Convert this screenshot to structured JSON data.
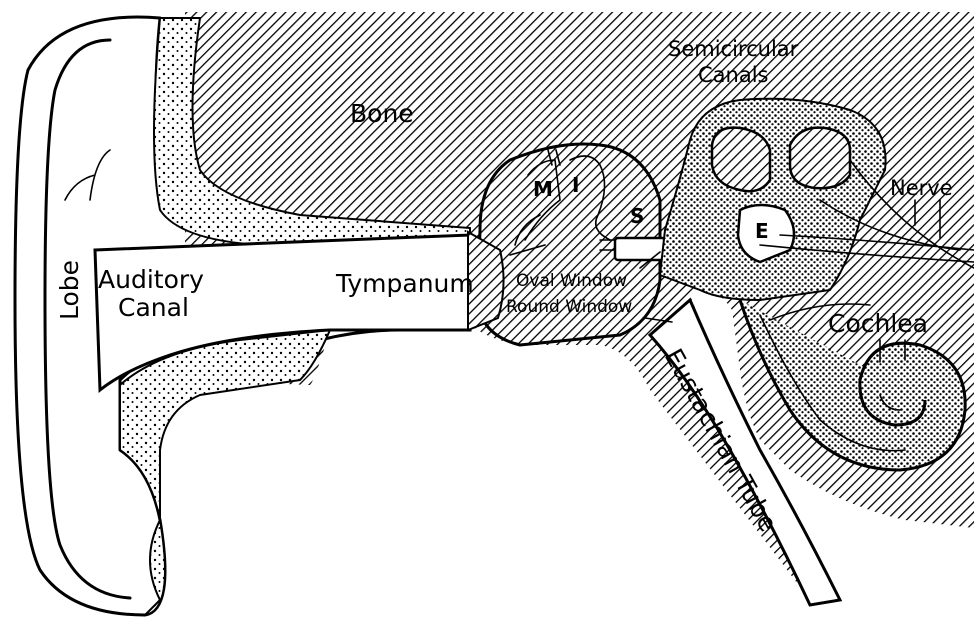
{
  "diagram": {
    "labels": {
      "bone": "Bone",
      "semicircular_canals_line1": "Semicircular",
      "semicircular_canals_line2": "Canals",
      "nerve": "Nerve",
      "lobe": "Lobe",
      "auditory_canal_line1": "Auditory",
      "auditory_canal_line2": "Canal",
      "tympanum": "Tympanum",
      "malleus": "M",
      "incus": "I",
      "stapes": "S",
      "vestibule": "E",
      "oval_window": "Oval Window",
      "round_window": "Round Window",
      "cochlea": "Cochlea",
      "eustachian_tube": "Eustachian Tube"
    },
    "colors": {
      "ink": "#000000",
      "paper": "#ffffff",
      "bone_fill": "#6f6f6f",
      "stipple_fill": "#dcdcdc"
    }
  }
}
